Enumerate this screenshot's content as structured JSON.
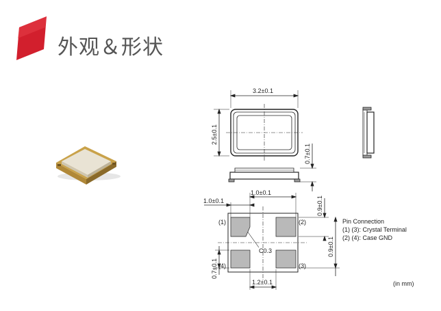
{
  "header": {
    "title": "外观＆形状"
  },
  "dimensions": {
    "top_width": "3.2±0.1",
    "left_height": "2.5±0.1",
    "pkg_height": "0.7±0.1",
    "pad_pitch_x": "1.0±0.1",
    "pad_width": "1.0±0.1",
    "pad_offset_y": "0.9±0.1",
    "pad_pitch_y": "0.9±0.1",
    "chamfer": "C0.3",
    "pad_height": "0.7±0.1",
    "pad_span_x": "1.2±0.1"
  },
  "pins": {
    "p1": "(1)",
    "p2": "(2)",
    "p3": "(3)",
    "p4": "(4)"
  },
  "legend": {
    "title": "Pin Connection",
    "line1": "(1) (3): Crystal Terminal",
    "line2": "(2) (4): Case GND"
  },
  "unit_note": "(in mm)",
  "colors": {
    "brand_red": "#d21f2d",
    "pad_gray": "#b9b9b9",
    "title_gray": "#555555"
  }
}
